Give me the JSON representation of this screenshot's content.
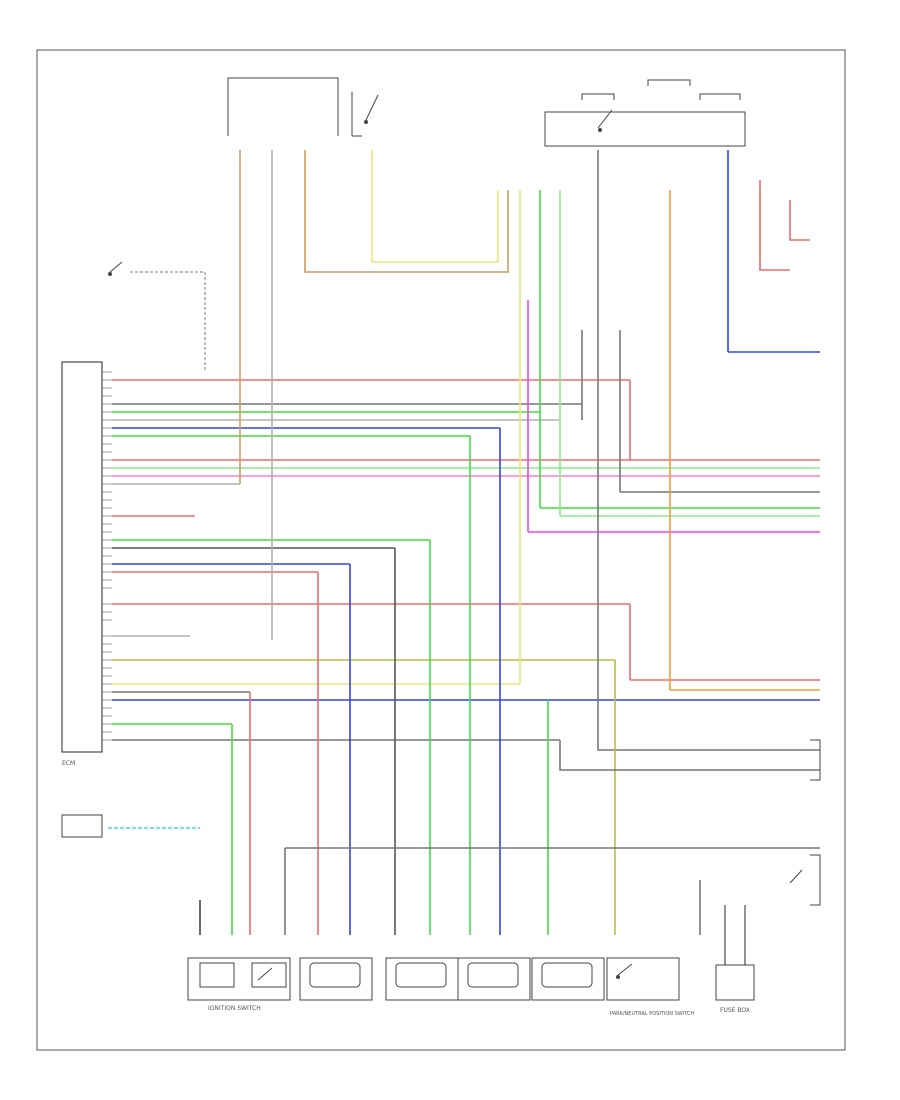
{
  "colors": {
    "red": "#f26b6b",
    "pink": "#ff80a0",
    "gray": "#777777",
    "gray_light": "#b0b0b0",
    "green": "#44dd44",
    "blue": "#3344ee",
    "yellow": "#e8e878",
    "orange": "#f59a3c",
    "tan": "#c8a060",
    "magenta": "#ee44ee",
    "cyan": "#44dddd",
    "olive": "#b8c040",
    "black": "#333333"
  },
  "labels": {
    "ecm": "ECM",
    "ignition_switch": "IGNITION SWITCH",
    "neutral_switch": "PARK/NEUTRAL POSITION SWITCH",
    "fuse_box": "FUSE BOX",
    "footer_code": ""
  }
}
